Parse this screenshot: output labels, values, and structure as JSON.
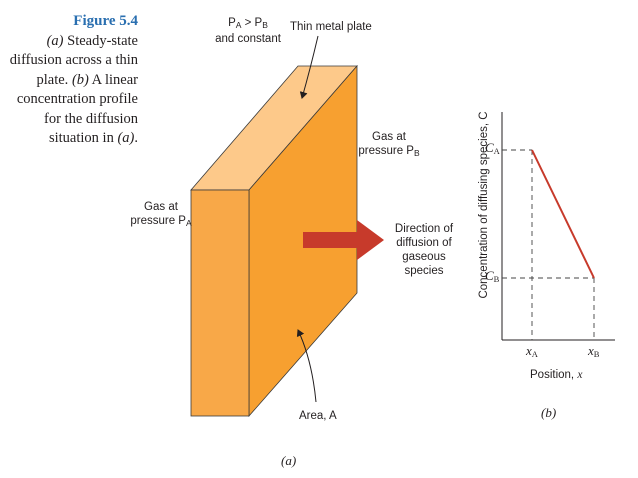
{
  "caption": {
    "figure_number": "Figure 5.4",
    "part_a_letter": "(a)",
    "part_a_text": " Steady-state diffusion across a thin plate.",
    "part_b_letter": "(b)",
    "part_b_text": " A linear concentration profile for the diffusion situation in ",
    "part_b_ref": "(a)",
    "end": "."
  },
  "diagram_a": {
    "pressure_condition_1": "P",
    "pressure_condition_sub_a": "A",
    "pressure_condition_gt": " > P",
    "pressure_condition_sub_b": "B",
    "pressure_condition_2": "and constant",
    "plate_label": "Thin metal plate",
    "gas_a_line1": "Gas at",
    "gas_a_line2": "pressure P",
    "gas_a_sub": "A",
    "gas_b_line1": "Gas at",
    "gas_b_line2": "pressure P",
    "gas_b_sub": "B",
    "direction_line1": "Direction of",
    "direction_line2": "diffusion of",
    "direction_line3": "gaseous species",
    "area_label": "Area, A",
    "panel_label": "(a)",
    "colors": {
      "plate_front": "#f8a848",
      "plate_side": "#f7a030",
      "plate_top": "#fdc98a",
      "arrow": "#c73a2b"
    }
  },
  "diagram_b": {
    "ylabel": "Concentration of diffusing species, C",
    "xlabel_text": "Position, ",
    "xlabel_var": "x",
    "tick_ca": "C",
    "tick_ca_sub": "A",
    "tick_cb": "C",
    "tick_cb_sub": "B",
    "tick_xa": "x",
    "tick_xa_sub": "A",
    "tick_xb": "x",
    "tick_xb_sub": "B",
    "panel_label": "(b)",
    "line_color": "#c73a2b"
  },
  "chart_data": {
    "type": "line",
    "x": [
      "xA",
      "xB"
    ],
    "series": [
      {
        "values": [
          "CA",
          "CB"
        ]
      }
    ],
    "xlabel": "Position, x",
    "ylabel": "Concentration of diffusing species, C"
  }
}
